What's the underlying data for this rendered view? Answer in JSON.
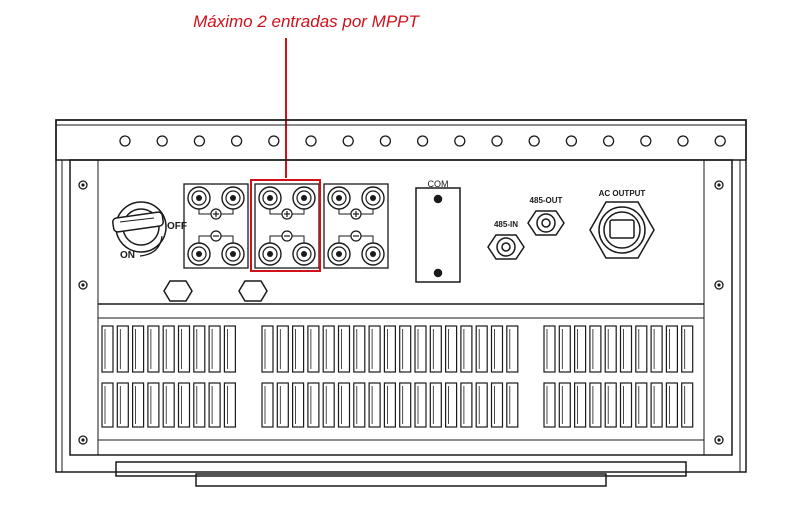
{
  "annotation": {
    "text": "Máximo 2 entradas por MPPT",
    "color": "#d0111b"
  },
  "labels": {
    "switch_off": "OFF",
    "switch_on": "ON",
    "com": "COM",
    "rs485_in": "485-IN",
    "rs485_out": "485-OUT",
    "ac_output": "AC OUTPUT"
  },
  "colors": {
    "line": "#1a1a1a",
    "background": "#ffffff",
    "highlight": "#d0111b"
  }
}
